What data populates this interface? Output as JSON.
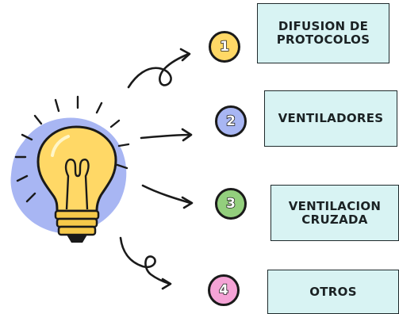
{
  "colors": {
    "box_fill": "#d8f3f3",
    "bulb_glow": "#a8b6f3",
    "bulb_yellow": "#ffd866",
    "ink": "#1a1a1a"
  },
  "steps": [
    {
      "number": "1",
      "label": "DIFUSION DE\nPROTOCOLOS",
      "badge_color": "#ffd866"
    },
    {
      "number": "2",
      "label": "VENTILADORES",
      "badge_color": "#a8b6f3"
    },
    {
      "number": "3",
      "label": "VENTILACION\nCRUZADA",
      "badge_color": "#93cf7d"
    },
    {
      "number": "4",
      "label": "OTROS",
      "badge_color": "#f5a3d6"
    }
  ],
  "icons": [
    "lightbulb-icon"
  ]
}
